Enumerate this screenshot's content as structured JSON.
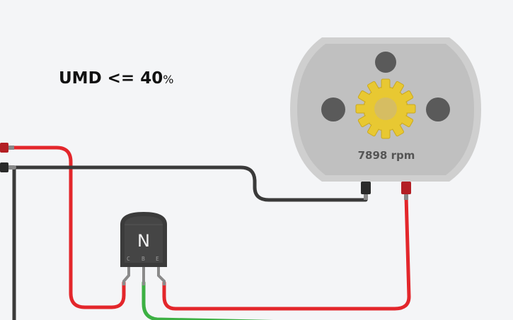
{
  "condition": {
    "text": "UMD <= 40",
    "unit": "%"
  },
  "motor": {
    "speed": "7898 rpm"
  },
  "transistor": {
    "type": "N",
    "pins": [
      "C",
      "B",
      "E"
    ]
  },
  "colors": {
    "background": "#f4f5f7",
    "wire_red": "#e3262b",
    "wire_black": "#3a3a3a",
    "wire_green": "#3cb043",
    "motor_body": "#c4c4c4",
    "gear": "#e8c832"
  },
  "icons": [
    "dc-motor-icon",
    "gear-icon",
    "npn-transistor-icon",
    "terminal-red-icon",
    "terminal-black-icon"
  ]
}
